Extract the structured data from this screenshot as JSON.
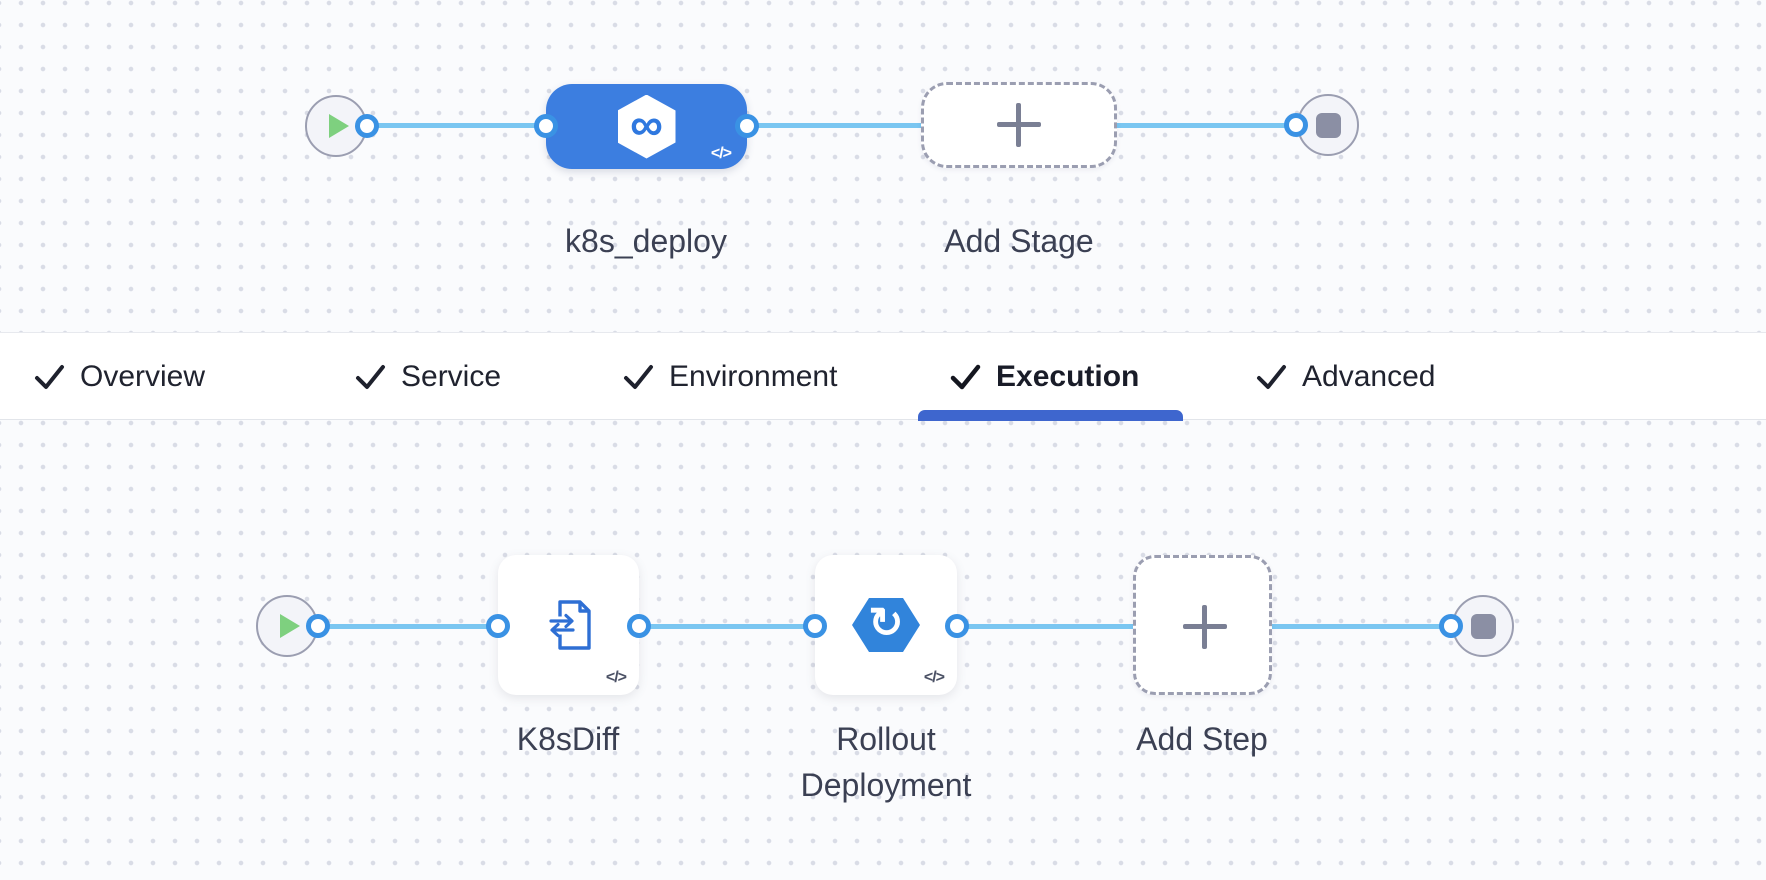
{
  "stage_pipeline": {
    "stage_label": "k8s_deploy",
    "add_stage_label": "Add Stage",
    "stage_code_badge": "</>",
    "infinity_glyph": "∞"
  },
  "tabs": {
    "items": [
      {
        "label": "Overview",
        "checked": true,
        "active": false
      },
      {
        "label": "Service",
        "checked": true,
        "active": false
      },
      {
        "label": "Environment",
        "checked": true,
        "active": false
      },
      {
        "label": "Execution",
        "checked": true,
        "active": true
      },
      {
        "label": "Advanced",
        "checked": true,
        "active": false
      }
    ]
  },
  "execution_pipeline": {
    "steps": [
      {
        "label": "K8sDiff",
        "code_badge": "</>"
      },
      {
        "label": "Rollout Deployment",
        "code_badge": "</>",
        "icon_glyph": "↻"
      }
    ],
    "add_step_label": "Add Step"
  },
  "colors": {
    "stage_blue": "#3C7EE0",
    "step_icon_blue": "#2E6FD4",
    "rollout_hex_blue": "#3184DB",
    "connector_blue": "#7AC6F1",
    "port_ring_blue": "#3A92E4",
    "tab_underline_blue": "#3E66CE",
    "play_green": "#7ED07F",
    "terminal_gray": "#8B8FA4",
    "canvas_bg": "#fafbfd"
  }
}
